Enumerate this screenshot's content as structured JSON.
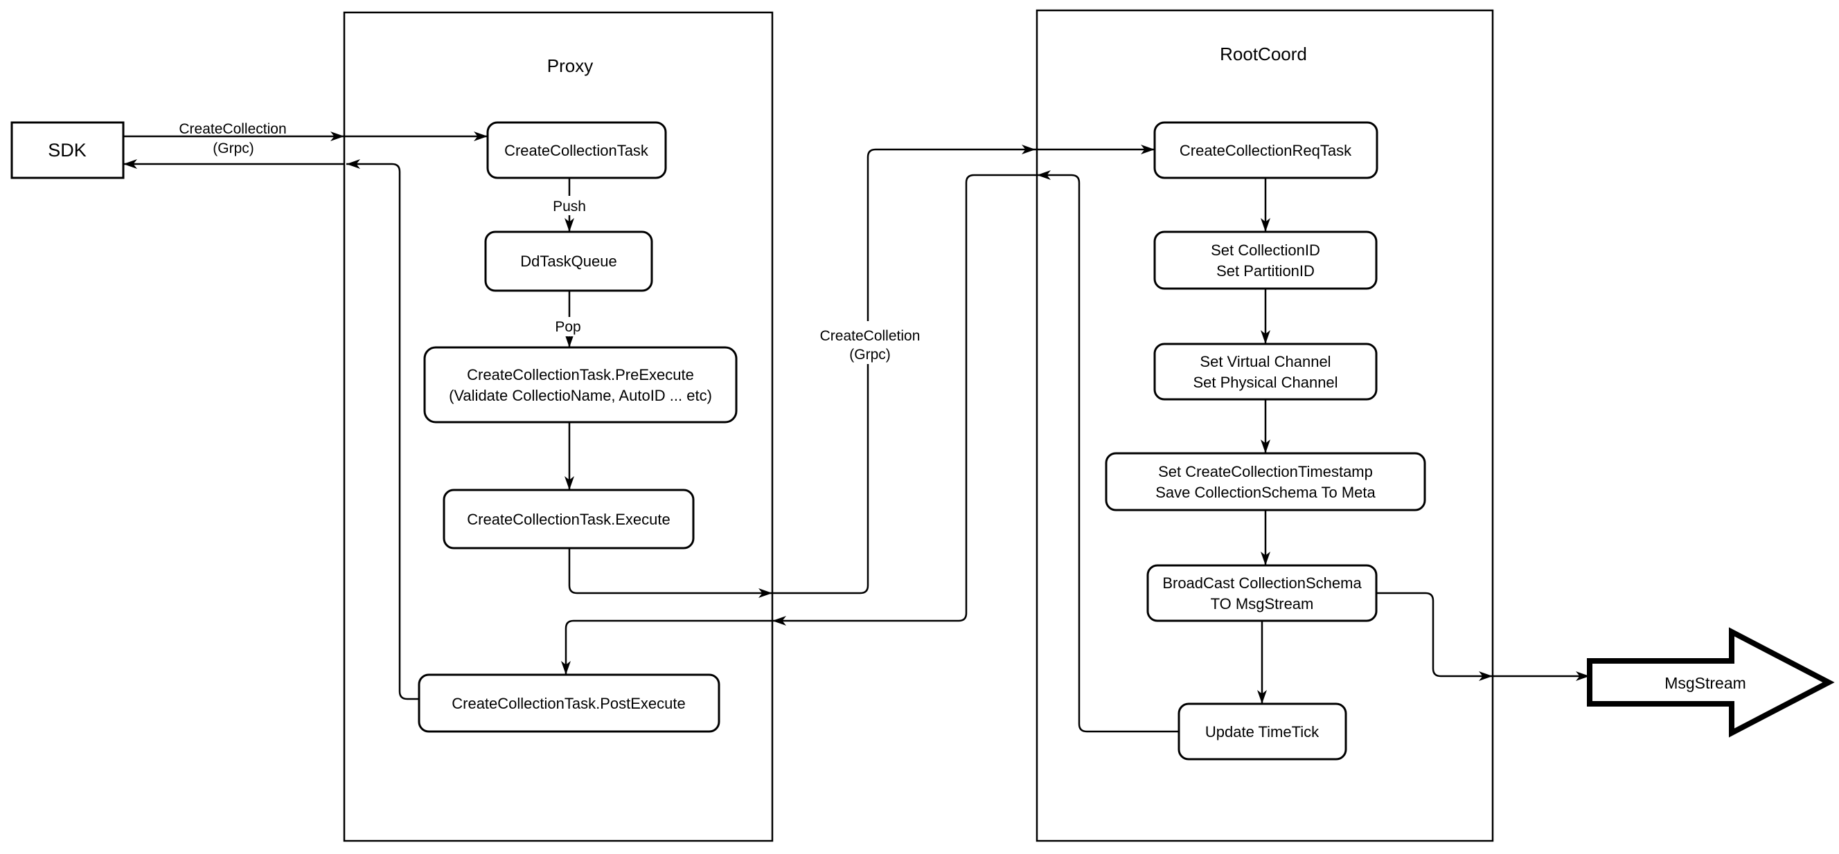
{
  "colors": {
    "background": "#ffffff",
    "stroke": "#000000",
    "text": "#000000"
  },
  "sdk": {
    "label": "SDK"
  },
  "proxy": {
    "title": "Proxy",
    "nodes": {
      "create_collection_task": "CreateCollectionTask",
      "dd_task_queue": "DdTaskQueue",
      "pre_execute_line1": "CreateCollectionTask.PreExecute",
      "pre_execute_line2": "(Validate CollectioName, AutoID ... etc)",
      "execute": "CreateCollectionTask.Execute",
      "post_execute": "CreateCollectionTask.PostExecute"
    },
    "edge_labels": {
      "push": "Push",
      "pop": "Pop"
    }
  },
  "root_coord": {
    "title": "RootCoord",
    "nodes": {
      "req_task": "CreateCollectionReqTask",
      "set_ids_line1": "Set CollectionID",
      "set_ids_line2": "Set PartitionID",
      "set_channels_line1": "Set Virtual Channel",
      "set_channels_line2": "Set Physical Channel",
      "set_timestamp_line1": "Set CreateCollectionTimestamp",
      "set_timestamp_line2": "Save CollectionSchema To Meta",
      "broadcast_line1": "BroadCast CollectionSchema",
      "broadcast_line2": "TO MsgStream",
      "update_timetick": "Update TimeTick"
    }
  },
  "edge_labels": {
    "sdk_to_proxy_line1": "CreateCollection",
    "sdk_to_proxy_line2": "(Grpc)",
    "proxy_to_rootcoord_line1": "CreateColletion",
    "proxy_to_rootcoord_line2": "(Grpc)"
  },
  "msg_stream": {
    "label": "MsgStream"
  }
}
